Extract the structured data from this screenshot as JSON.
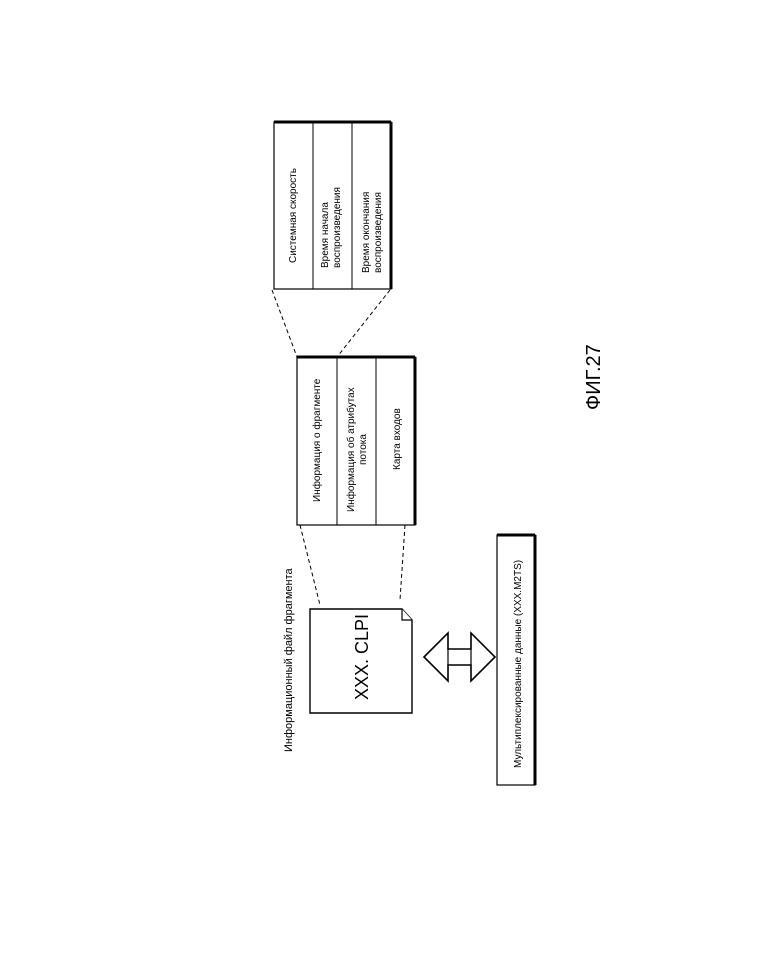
{
  "file": {
    "caption": "Информационный файл фрагмента",
    "name": "XXX. CLPI"
  },
  "clip_info_box": {
    "rows": [
      "Информация о фрагменте",
      [
        "Информация об атрибутах",
        "потока"
      ],
      "Карта входов"
    ]
  },
  "clip_detail_box": {
    "rows": [
      "Системная скорость",
      [
        "Время начала",
        "воспроизведения"
      ],
      [
        "Время окончания",
        "воспроизведения"
      ]
    ]
  },
  "multiplexed": {
    "label": "Мультиплексированные данные (XXX.M2TS)"
  },
  "figure": {
    "label": "ФИГ.27"
  }
}
